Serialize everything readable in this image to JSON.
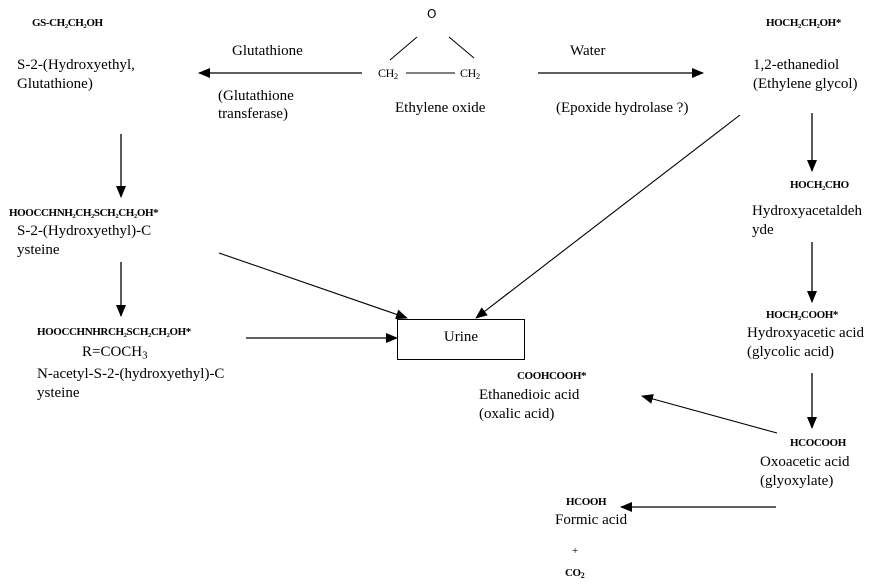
{
  "diagram": {
    "ethylene_oxide": {
      "o": "O",
      "ch2_left": "CH",
      "ch2_right": "CH",
      "sub_left": "2",
      "sub_right": "2",
      "name": "Ethylene oxide"
    },
    "left_pathway": {
      "glutathione_label": "Glutathione",
      "enzyme_line1": "(Glutathione",
      "enzyme_line2": "transferase)",
      "compound1": {
        "formula": "GS-CH₂CH₂OH",
        "name_line1": "S-2-(Hydroxyethyl,",
        "name_line2": "Glutathione)"
      },
      "compound2": {
        "formula": "HOOCCHNH₂CH₂SCH₂CH₂OH*",
        "name_line1": "S-2-(Hydroxyethyl)-C",
        "name_line2": "ysteine"
      },
      "compound3": {
        "formula": "HOOCCHNHRCH₂SCH₂CH₂OH*",
        "r_group": "R=COCH",
        "r_sub": "3",
        "name_line1": "N-acetyl-S-2-(hydroxyethyl)-C",
        "name_line2": "ysteine"
      }
    },
    "right_pathway": {
      "water_label": "Water",
      "enzyme_label": "(Epoxide hydrolase ?)",
      "compound1": {
        "formula": "HOCH₂CH₂OH*",
        "name_line1": "1,2-ethanediol",
        "name_line2": "(Ethylene glycol)"
      },
      "compound2": {
        "formula": "HOCH₂CHO",
        "name_line1": "Hydroxyacetaldeh",
        "name_line2": "yde"
      },
      "compound3": {
        "formula": "HOCH₂COOH*",
        "name_line1": "Hydroxyacetic acid",
        "name_line2": "(glycolic acid)"
      },
      "compound4": {
        "formula": "HCOCOOH",
        "name_line1": "Oxoacetic acid",
        "name_line2": "(glyoxylate)"
      },
      "compound5": {
        "formula": "COOHCOOH*",
        "name_line1": "Ethanedioic acid",
        "name_line2": "(oxalic acid)"
      },
      "compound6": {
        "formula": "HCOOH",
        "name": "Formic acid",
        "plus": "+",
        "co2": "CO",
        "co2_sub": "2"
      }
    },
    "urine_label": "Urine",
    "colors": {
      "line": "#000000",
      "background": "#ffffff"
    }
  }
}
